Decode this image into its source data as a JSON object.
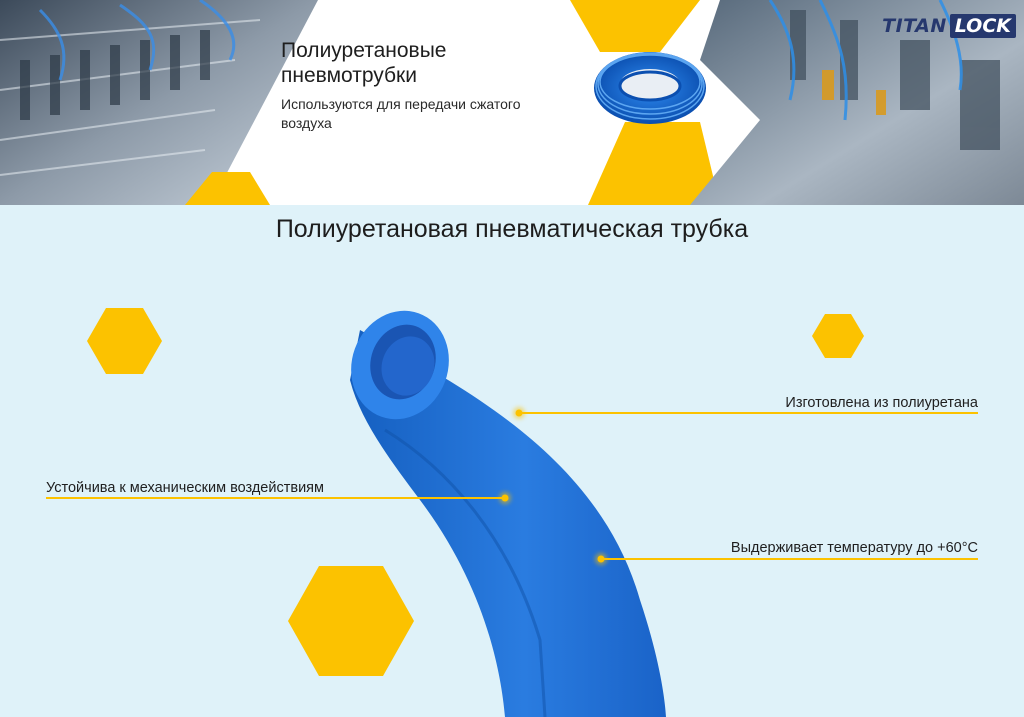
{
  "banner": {
    "title": "Полиуретановые пневмотрубки",
    "subtitle": "Используются для передачи сжатого воздуха",
    "logo": {
      "part1": "TITAN",
      "part2": "LOCK"
    }
  },
  "main": {
    "heading": "Полиуретановая пневматическая трубка",
    "callouts": [
      {
        "text": "Изготовлена из полиуретана"
      },
      {
        "text": "Устойчива к механическим воздействиям"
      },
      {
        "text": "Выдерживает температуру до +60°С"
      }
    ]
  },
  "colors": {
    "accent_yellow": "#fcc200",
    "tube_blue": "#1f6fd6",
    "background": "#dff2f9"
  }
}
